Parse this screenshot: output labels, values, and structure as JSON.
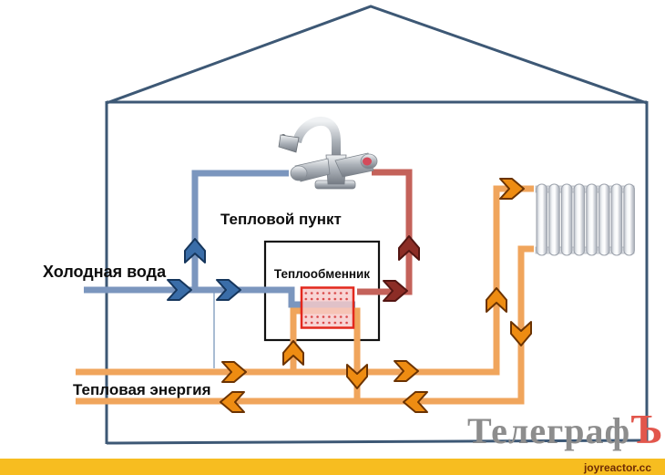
{
  "labels": {
    "cold_water": "Холодная вода",
    "heat_point": "Тепловой пункт",
    "heat_exchanger": "Теплообменник",
    "heat_energy": "Тепловая энергия"
  },
  "watermark": {
    "gray_part": "Телеграф",
    "red_part": "Ъ"
  },
  "footer": {
    "site_label": "joyreactor.cc"
  },
  "palette": {
    "wall": "#3d5875",
    "cold_pipe": "#7b96be",
    "cold_arrow": "#3a6da8",
    "hot_tap_pipe": "#c4625a",
    "hot_tap_arrow": "#8c2d26",
    "heat_pipe": "#f0a55c",
    "heat_arrow": "#ee8c12",
    "heat_arrow_outline": "#6b3302",
    "exchanger_fill": "#f7caca",
    "exchanger_border": "#e3281d",
    "footer_bar": "#f7bd20",
    "footer_text": "#6e2c05",
    "watermark_gray": "#8d8d8d",
    "watermark_red": "#e2564c"
  }
}
